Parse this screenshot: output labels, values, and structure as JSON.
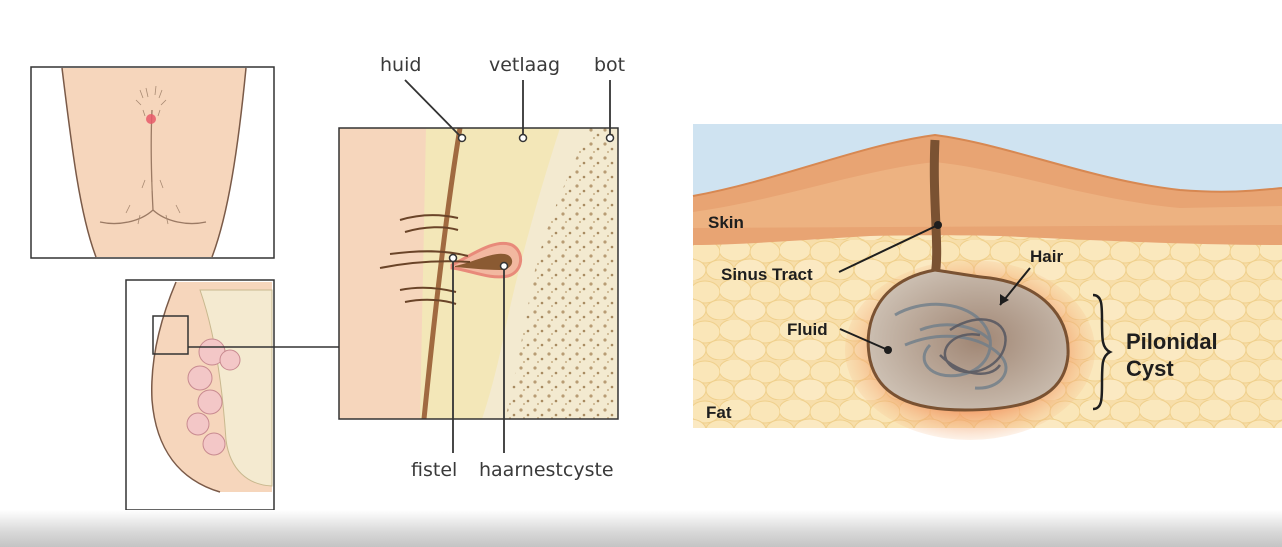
{
  "figure_left": {
    "labels": {
      "huid": "huid",
      "vetlaag": "vetlaag",
      "bot": "bot",
      "fistel": "fistel",
      "haarnestcyste": "haarnestcyste"
    }
  },
  "figure_right": {
    "labels": {
      "skin": "Skin",
      "sinus_tract": "Sinus Tract",
      "hair": "Hair",
      "fluid": "Fluid",
      "fat": "Fat",
      "pilonidal": "Pilonidal",
      "cyst": "Cyst"
    }
  },
  "colors": {
    "skin_tone": "#f7d6bd",
    "skin_line": "#8a5a3a",
    "fat_yellow": "#f6e7b4",
    "sky_blue": "#cfe3f1",
    "skin_band": "#e8a473",
    "cyst_glow": "#f08a55",
    "cyst_fill": "#c9b6a4"
  }
}
